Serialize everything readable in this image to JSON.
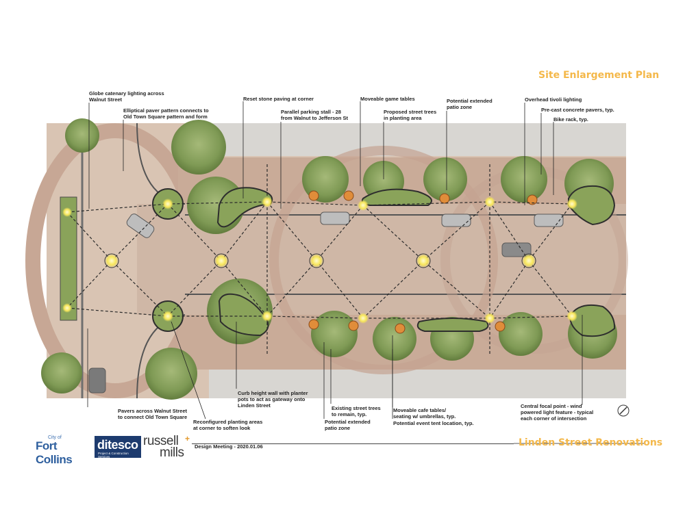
{
  "header": {
    "title": "Site Enlargement Plan"
  },
  "footer": {
    "project": "Linden Street Renovations",
    "meeting": "Design Meeting - 2020.01.06",
    "logos": {
      "fort_collins_small": "City of",
      "fort_collins_big": "Fort Collins",
      "ditesco_big": "ditesco",
      "ditesco_small": "Project & Construction Services",
      "russell_a": "russell",
      "russell_b": "mills",
      "russell_plus": "+"
    }
  },
  "annotations": {
    "globe_catenary": "Globe catenary lighting across\nWalnut Street",
    "elliptical_paver": "Elliptical paver pattern connects to\nOld Town Square pattern and form",
    "reset_stone": "Reset stone paving at corner",
    "parallel_parking": "Parallel parking stall - 28\nfrom Walnut to Jefferson St",
    "moveable_game": "Moveable game tables",
    "proposed_trees": "Proposed street trees\nin planting area",
    "extended_patio_top": "Potential extended\npatio zone",
    "tivoli": "Overhead tivoli lighting",
    "precast": "Pre-cast concrete pavers, typ.",
    "bike_rack": "Bike rack, typ.",
    "pavers_walnut": "Pavers across Walnut Street\nto connect Old Town Square",
    "reconfigured": "Reconfigured planting areas\nat corner to soften look",
    "curb_wall": "Curb height wall with planter\npots to act as gateway onto\nLinden Street",
    "existing_trees": "Existing street trees\nto remain, typ.",
    "extended_patio_bottom": "Potential extended\npatio zone",
    "cafe_tables": "Moveable cafe tables/\nseating w/ umbrellas, typ.",
    "event_tent": "Potential event tent location, typ.",
    "focal_point": "Central focal point - wind\npowered light feature - typical\neach corner of intersection"
  },
  "colors": {
    "accent_orange": "#f4b84a",
    "paving": "#cdb3a2",
    "planting": "#8aa35a",
    "tree": "#6f8f4a",
    "lights": "#f7e65a"
  }
}
